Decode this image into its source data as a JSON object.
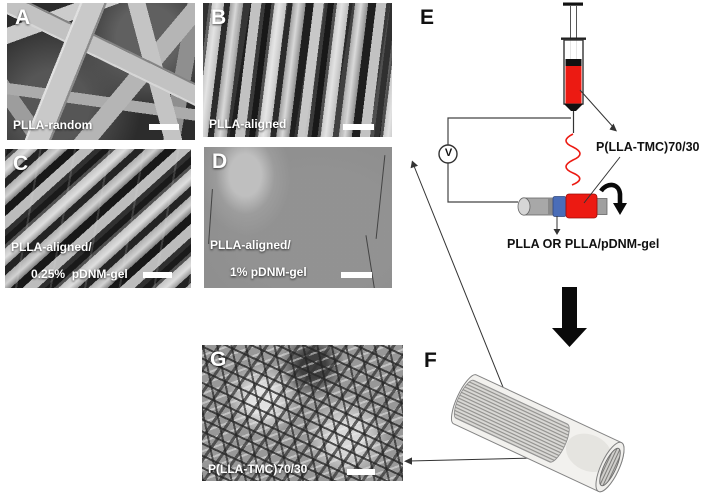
{
  "panels": {
    "A": {
      "letter": "A",
      "caption": "PLLA-random"
    },
    "B": {
      "letter": "B",
      "caption": "PLLA-aligned"
    },
    "C": {
      "letter": "C",
      "caption1": "PLLA-aligned/",
      "caption2": "0.25%  pDNM-gel"
    },
    "D": {
      "letter": "D",
      "caption1": "PLLA-aligned/",
      "caption2": "1% pDNM-gel"
    },
    "E": {
      "letter": "E"
    },
    "F": {
      "letter": "F"
    },
    "G": {
      "letter": "G",
      "caption": "P(LLA-TMC)70/30"
    }
  },
  "schematic": {
    "voltmeter_label": "V",
    "solution_label": "P(LLA-TMC)70/30",
    "collector_label": "PLLA OR PLLA/pDNM-gel",
    "colors": {
      "solution_red": "#ec1a12",
      "collector_blue": "#4a6db8",
      "mandrel_gray": "#a8a8a8"
    }
  }
}
